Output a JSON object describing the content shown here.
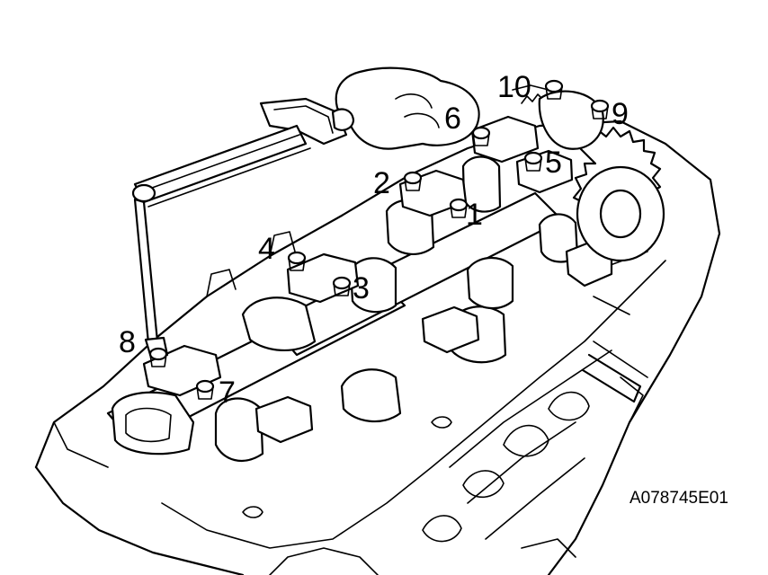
{
  "diagram": {
    "bolt_labels": [
      "1",
      "2",
      "3",
      "4",
      "5",
      "6",
      "7",
      "8",
      "9",
      "10"
    ],
    "figure_code": "A078745E01"
  }
}
